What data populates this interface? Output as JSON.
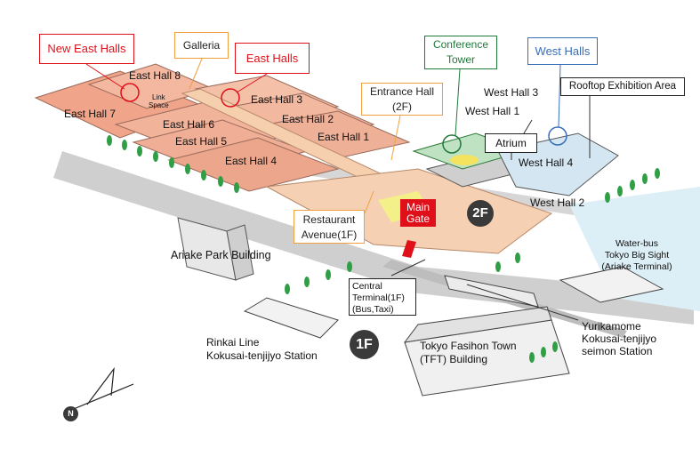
{
  "map": {
    "colors": {
      "east_halls": "#e0101a",
      "galleria": "#f0a040",
      "conference": "#1f7a3a",
      "west_halls": "#3a6fb8",
      "hall_fill": "#f2b49b",
      "plaza_fill": "#f5d3b6",
      "road": "#c8c8c8",
      "water": "#d9ecf5",
      "tree": "#2f9e45"
    },
    "labels": {
      "new_east_halls": "New East Halls",
      "galleria": "Galleria",
      "east_halls": "East  Halls",
      "conference_tower": "Conference\nTower",
      "west_halls": "West Halls",
      "east_hall_8": "East Hall 8",
      "link_space": "Link\nSpace",
      "east_hall_7": "East Hall 7",
      "east_hall_6": "East Hall 6",
      "east_hall_5": "East Hall 5",
      "east_hall_4": "East Hall 4",
      "east_hall_3": "East Hall 3",
      "east_hall_2": "East Hall 2",
      "east_hall_1": "East Hall 1",
      "entrance_hall": "Entrance Hall\n(2F)",
      "west_hall_3": "West Hall 3",
      "west_hall_1": "West Hall 1",
      "rooftop": "Rooftop Exhibition Area",
      "atrium": "Atrium",
      "west_hall_4": "West Hall 4",
      "west_hall_2": "West Hall 2",
      "main_gate": "Main\nGate",
      "badge_2f": "2F",
      "restaurant_avenue": "Restaurant\nAvenue(1F)",
      "ariake_park": "Ariake Park Building",
      "water_bus": "Water-bus\nTokyo Big Sight\n(Ariake Terminal)",
      "central_terminal": "Central\nTerminal(1F)\n(Bus,Taxi)",
      "yurikamome": "Yurikamome\nKokusai-tenjijyo\nseimon Station",
      "rinkai": "Rinkai Line\nKokusai-tenjijyo Station",
      "badge_1f": "1F",
      "tft": "Tokyo Fasihon Town\n(TFT) Building",
      "north": "N"
    }
  }
}
